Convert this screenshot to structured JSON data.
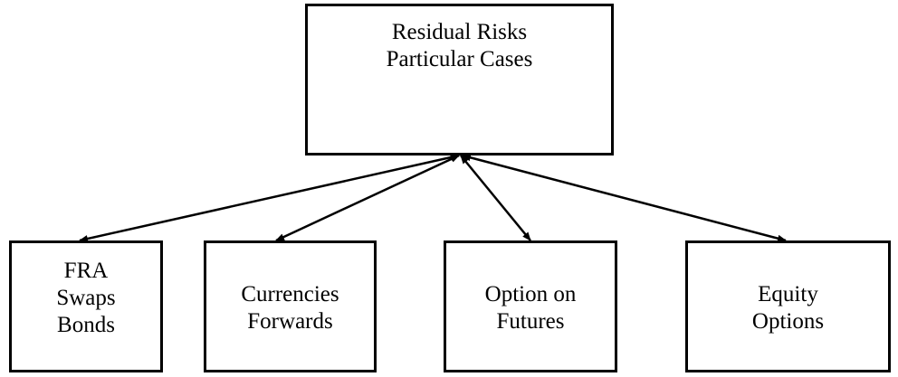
{
  "diagram": {
    "top": {
      "line1": "Residual Risks",
      "line2": "Particular Cases"
    },
    "children": [
      {
        "lines": [
          "FRA",
          "Swaps",
          "Bonds"
        ]
      },
      {
        "lines": [
          "Currencies",
          "Forwards"
        ]
      },
      {
        "lines": [
          "Option on",
          "Futures"
        ]
      },
      {
        "lines": [
          "Equity",
          "Options"
        ]
      }
    ]
  }
}
